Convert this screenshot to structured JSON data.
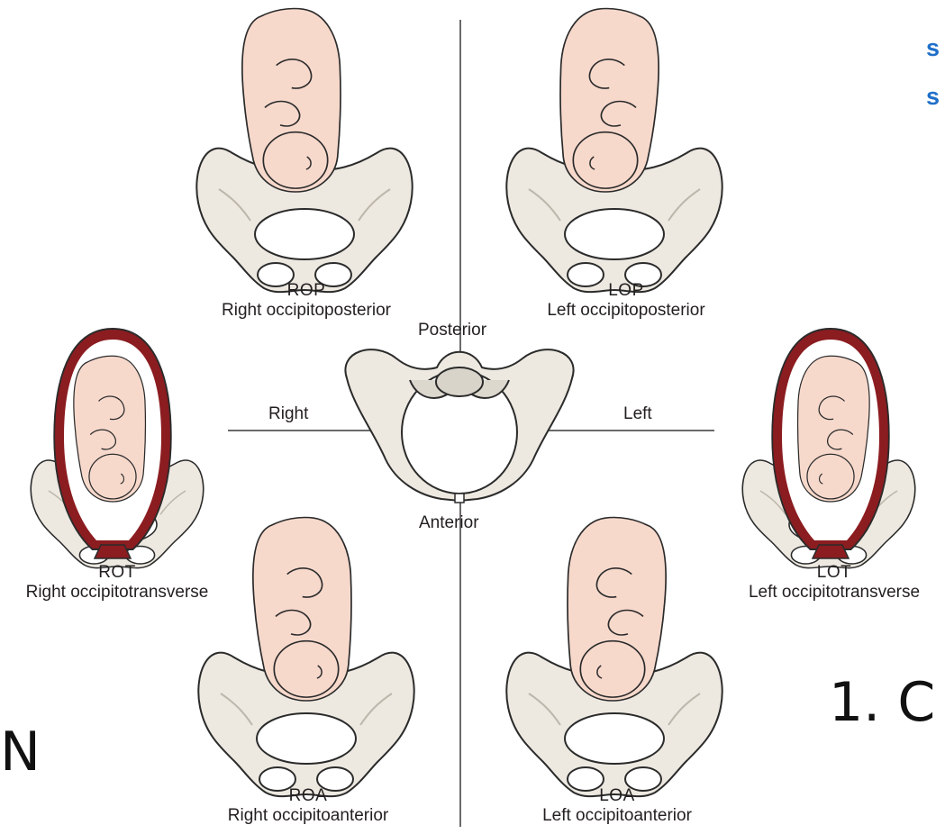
{
  "center": {
    "posterior": "Posterior",
    "anterior": "Anterior",
    "right": "Right",
    "left": "Left"
  },
  "positions": {
    "rop": {
      "abbr": "ROP",
      "name": "Right occipitoposterior"
    },
    "lop": {
      "abbr": "LOP",
      "name": "Left occipitoposterior"
    },
    "rot": {
      "abbr": "ROT",
      "name": "Right occipitotransverse"
    },
    "lot": {
      "abbr": "LOT",
      "name": "Left occipitotransverse"
    },
    "roa": {
      "abbr": "ROA",
      "name": "Right occipitoanterior"
    },
    "loa": {
      "abbr": "LOA",
      "name": "Left occipitoanterior"
    }
  },
  "fragments": {
    "blue_1": "s",
    "blue_2": "s",
    "right_big": "1. C",
    "left_big": "N"
  },
  "colors": {
    "skin": "#f7d9cc",
    "pelvis": "#ede9e1",
    "uterus": "#8b1c20",
    "ink": "#231f20",
    "accent_blue": "#1f6fc9"
  }
}
